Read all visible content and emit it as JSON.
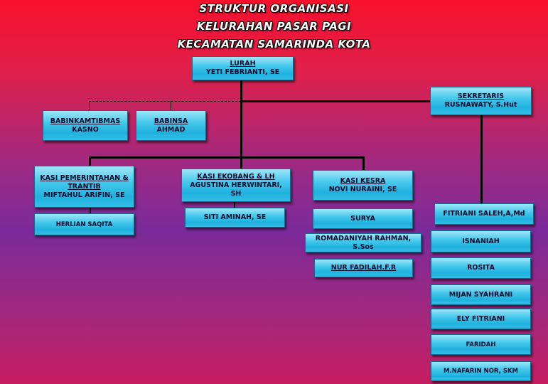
{
  "title": {
    "line1": "STRUKTUR ORGANISASI",
    "line2": "KELURAHAN PASAR PAGI",
    "line3": "KECAMATAN SAMARINDA KOTA"
  },
  "lurah": {
    "role": "LURAH",
    "name": "YETI FEBRIANTI, SE"
  },
  "sekretaris": {
    "role": "SEKRETARIS",
    "name": "RUSNAWATY, S.Hut"
  },
  "babinkamtibmas": {
    "role": "BABINKAMTIBMAS",
    "name": "KASNO"
  },
  "babinsa": {
    "role": "BABINSA",
    "name": "AHMAD"
  },
  "kasi_pemerintahan": {
    "role_line1": "KASI PEMERINTAHAN &",
    "role_line2": "TRANTIB",
    "name": "MIFTAHUL ARIFIN, SE",
    "staff": [
      "HERLIAN SAQITA"
    ]
  },
  "kasi_ekobang": {
    "role": "KASI EKOBANG & LH",
    "name": "AGUSTINA HERWINTARI, SH",
    "staff": [
      "SITI AMINAH, SE"
    ]
  },
  "kasi_kesra": {
    "role": "KASI KESRA",
    "name": "NOVI NURAINI, SE",
    "staff": [
      "SURYA",
      "ROMADANIYAH RAHMAN, S.Sos",
      "NUR FADILAH.F.R"
    ]
  },
  "sekretariat_staff": [
    "FITRIANI SALEH,A,Md",
    "ISNANIAH",
    "ROSITA",
    "MIJAN SYAHRANI",
    "ELY FITRIANI",
    "FARIDAH",
    "M.NAFARIN NOR, SKM"
  ]
}
